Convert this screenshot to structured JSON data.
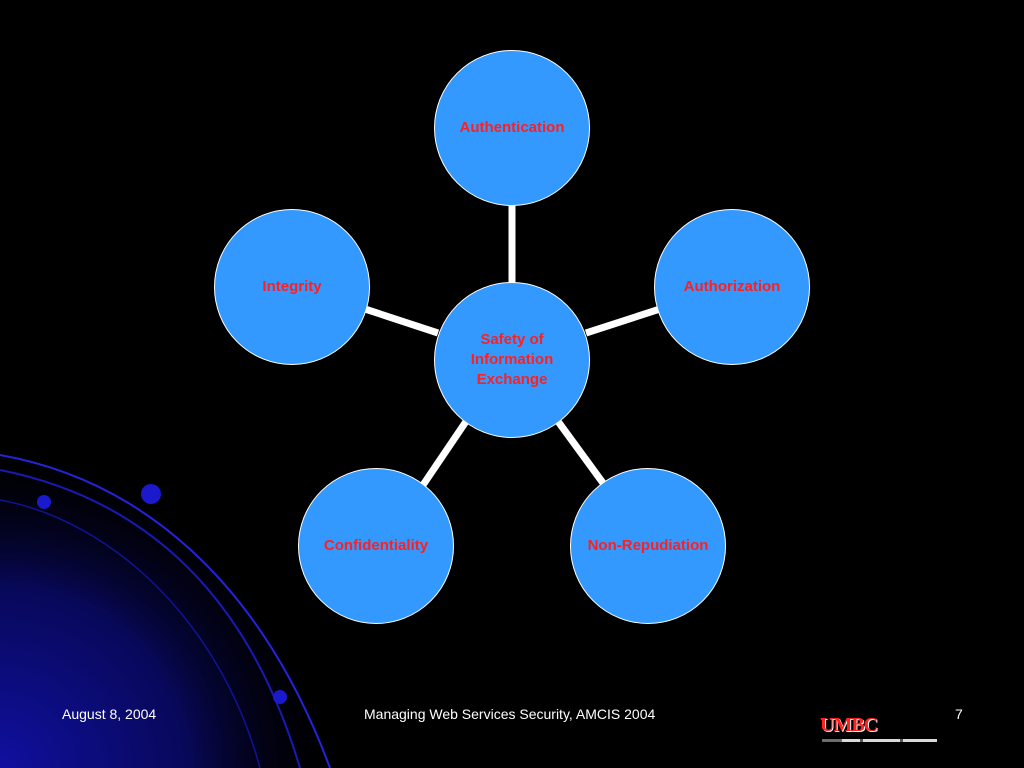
{
  "diagram": {
    "center": {
      "label": "Safety of\nInformation\nExchange"
    },
    "nodes": [
      {
        "id": "authentication",
        "label": "Authentication"
      },
      {
        "id": "authorization",
        "label": "Authorization"
      },
      {
        "id": "non-repudiation",
        "label": "Non-Repudiation"
      },
      {
        "id": "confidentiality",
        "label": "Confidentiality"
      },
      {
        "id": "integrity",
        "label": "Integrity"
      }
    ]
  },
  "footer": {
    "date": "August 8, 2004",
    "title": "Managing Web Services Security, AMCIS 2004",
    "page_number": "7"
  },
  "logo": {
    "text": "UMBC"
  },
  "colors": {
    "background": "#000000",
    "node_fill": "#3399ff",
    "node_text": "#ff1f1f",
    "connector": "#ffffff",
    "deco_blue": "#1a1acc"
  }
}
